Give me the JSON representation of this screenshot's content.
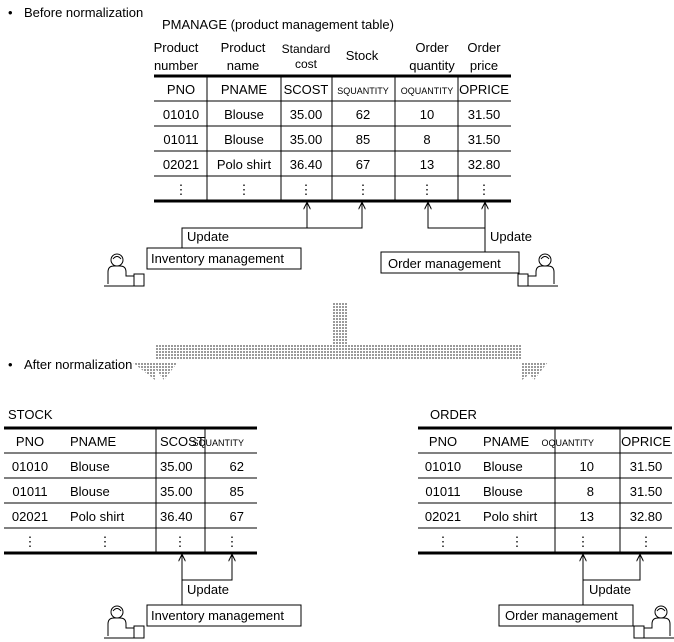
{
  "bullet": "•",
  "ellipsis": "⋮",
  "before": {
    "heading": "Before normalization",
    "table_title": "PMANAGE (product management table)",
    "column_labels": [
      "Product number",
      "Product name",
      "Standard cost",
      "Stock",
      "Order quantity",
      "Order price"
    ],
    "columns": [
      "PNO",
      "PNAME",
      "SCOST",
      "SQUANTITY",
      "OQUANTITY",
      "OPRICE"
    ],
    "rows": [
      [
        "01010",
        "Blouse",
        "35.00",
        "62",
        "10",
        "31.50"
      ],
      [
        "01011",
        "Blouse",
        "35.00",
        "85",
        "8",
        "31.50"
      ],
      [
        "02021",
        "Polo shirt",
        "36.40",
        "67",
        "13",
        "32.80"
      ]
    ],
    "inventory_update": "Update",
    "inventory_label": "Inventory management",
    "order_update": "Update",
    "order_label": "Order management"
  },
  "after": {
    "heading": "After normalization",
    "stock": {
      "title": "STOCK",
      "columns": [
        "PNO",
        "PNAME",
        "SCOST",
        "SQUANTITY"
      ],
      "rows": [
        [
          "01010",
          "Blouse",
          "35.00",
          "62"
        ],
        [
          "01011",
          "Blouse",
          "35.00",
          "85"
        ],
        [
          "02021",
          "Polo shirt",
          "36.40",
          "67"
        ]
      ],
      "update": "Update",
      "label": "Inventory management"
    },
    "order": {
      "title": "ORDER",
      "columns": [
        "PNO",
        "PNAME",
        "OQUANTITY",
        "OPRICE"
      ],
      "rows": [
        [
          "01010",
          "Blouse",
          "10",
          "31.50"
        ],
        [
          "01011",
          "Blouse",
          "8",
          "31.50"
        ],
        [
          "02021",
          "Polo shirt",
          "13",
          "32.80"
        ]
      ],
      "update": "Update",
      "label": "Order management"
    }
  },
  "colors": {
    "line": "#000000",
    "arrow_fill": "#b0b0b0",
    "background": "#ffffff"
  }
}
